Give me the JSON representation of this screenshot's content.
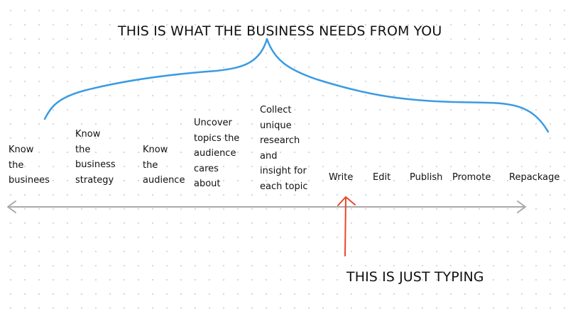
{
  "headline_top": "THIS IS WHAT THE BUSINESS NEEDS FROM YOU",
  "headline_bottom": "THIS IS JUST TYPING",
  "steps": [
    {
      "label": "Know\nthe\nbusinees"
    },
    {
      "label": "Know\nthe\nbusiness\nstrategy"
    },
    {
      "label": "Know\nthe\naudience"
    },
    {
      "label": "Uncover\ntopics the\naudience\ncares\nabout"
    },
    {
      "label": "Collect\nunique\nresearch\nand\ninsight for\neach topic"
    },
    {
      "label": "Write"
    },
    {
      "label": "Edit"
    },
    {
      "label": "Publish"
    },
    {
      "label": "Promote"
    },
    {
      "label": "Repackage"
    }
  ],
  "colors": {
    "brace": "#3b9be3",
    "pointer_arrow": "#e8472c",
    "timeline": "#a9a9a9",
    "text": "#111111"
  }
}
